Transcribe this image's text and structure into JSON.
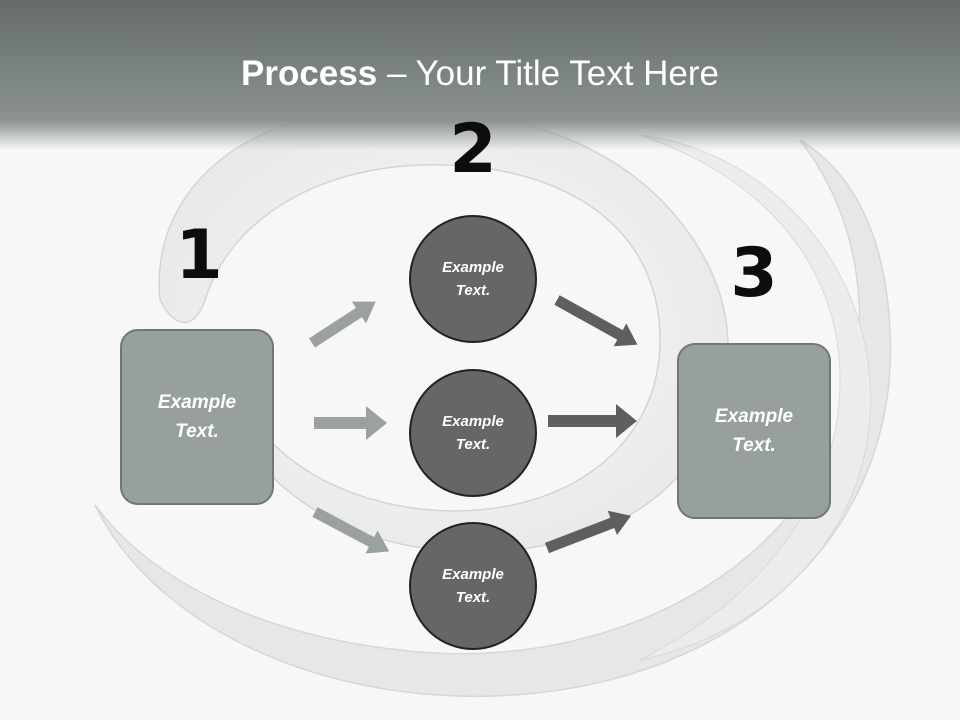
{
  "title": {
    "bold": "Process",
    "rest": " – Your Title Text Here"
  },
  "steps": {
    "one": "1",
    "two": "2",
    "three": "3"
  },
  "boxes": {
    "left": "Example Text.",
    "right": "Example Text."
  },
  "circles": {
    "top": "Example Text.",
    "middle": "Example Text.",
    "bottom": "Example Text."
  },
  "colors": {
    "box_fill": "#97a09e",
    "circle_fill": "#666666",
    "light_arrow": "#9aa1a0",
    "dark_arrow": "#5f5f5f",
    "title_bar": "#7f8785"
  }
}
